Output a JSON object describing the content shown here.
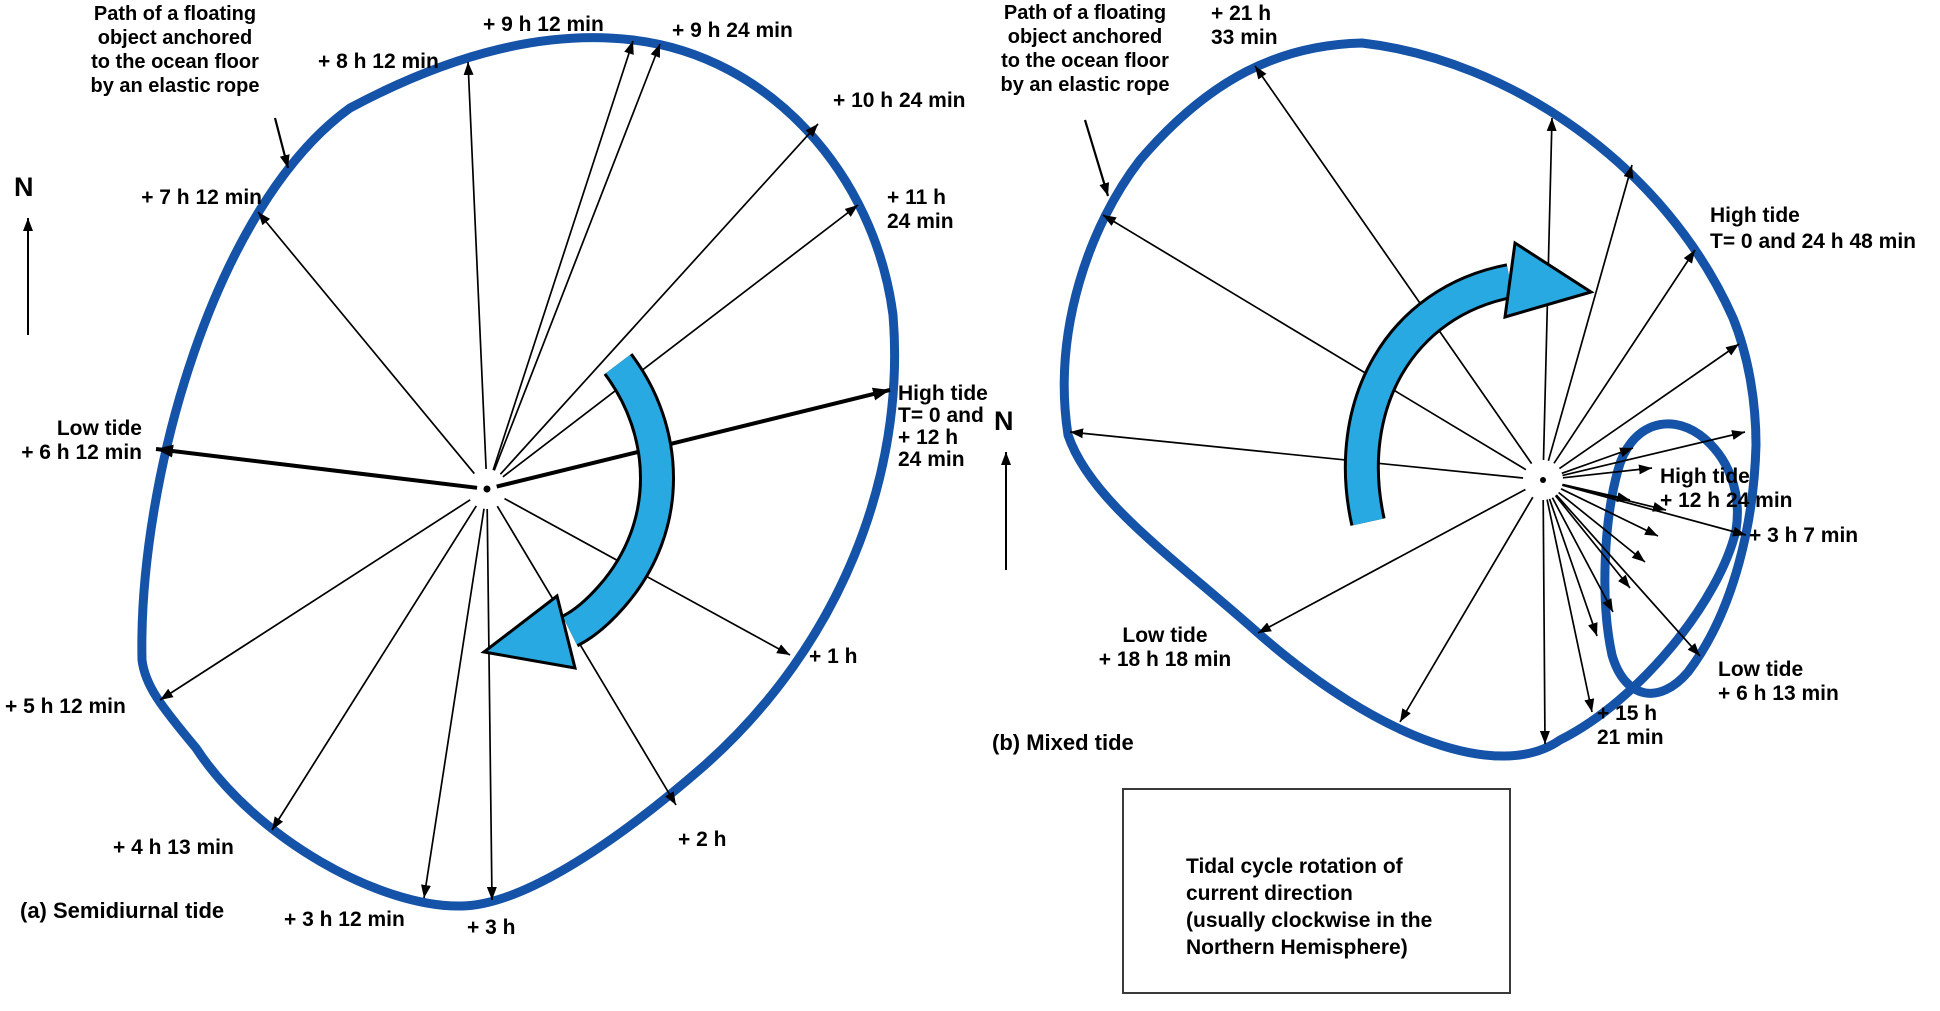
{
  "colors": {
    "path_blue": "#1553A8",
    "rotation_blue": "#29A9E1",
    "text_black": "#000000"
  },
  "diagram_a": {
    "caption": "(a) Semidiurnal tide",
    "compass": "N",
    "annotation": "Path of a floating\nobject anchored\nto the ocean floor\nby an elastic rope",
    "hub": [
      487,
      489
    ],
    "arrows": [
      {
        "label": "High tide\nT= 0 and\n+ 12 h\n24 min",
        "tip": [
          890,
          390
        ],
        "bold": true
      },
      {
        "label": "+ 1 h",
        "tip": [
          790,
          655
        ],
        "bold": false
      },
      {
        "label": "+ 2 h",
        "tip": [
          676,
          805
        ],
        "bold": false
      },
      {
        "label": "+ 3 h",
        "tip": [
          492,
          900
        ],
        "bold": false
      },
      {
        "label": "+ 3 h 12 min",
        "tip": [
          424,
          898
        ],
        "bold": false
      },
      {
        "label": "+ 4 h 13 min",
        "tip": [
          272,
          830
        ],
        "bold": false
      },
      {
        "label": "+ 5 h 12 min",
        "tip": [
          160,
          700
        ],
        "bold": false
      },
      {
        "label": "Low tide\n+ 6 h 12 min",
        "tip": [
          156,
          449
        ],
        "bold": true
      },
      {
        "label": "+ 7 h 12 min",
        "tip": [
          258,
          212
        ],
        "bold": false
      },
      {
        "label": "+ 8 h 12 min",
        "tip": [
          468,
          62
        ],
        "bold": false
      },
      {
        "label": "+ 9 h 12 min",
        "tip": [
          633,
          41
        ],
        "bold": false
      },
      {
        "label": "+ 9 h 24 min",
        "tip": [
          660,
          44
        ],
        "bold": false
      },
      {
        "label": "+ 10 h 24 min",
        "tip": [
          818,
          124
        ],
        "bold": false
      },
      {
        "label": "+ 11 h\n24 min",
        "tip": [
          858,
          205
        ],
        "bold": false
      }
    ]
  },
  "diagram_b": {
    "caption": "(b) Mixed tide",
    "compass": "N",
    "annotation": "Path of a floating\nobject anchored\nto the ocean floor\nby an elastic rope",
    "hub": [
      1543,
      480
    ],
    "arrows": [
      {
        "label": "High tide\nT= 0 and 24 h 48 min",
        "tip": [
          1695,
          250
        ],
        "bold": false
      },
      {
        "label": "+ 21 h\n33 min",
        "tip": [
          1255,
          66
        ],
        "bold": false
      },
      {
        "label": "High tide\n+ 12 h 24 min",
        "tip": [
          1630,
          500
        ],
        "bold": false
      },
      {
        "label": "+ 3 h 7 min",
        "tip": [
          1746,
          535
        ],
        "bold": false
      },
      {
        "label": "Low tide\n+ 6 h 13 min",
        "tip": [
          1700,
          656
        ],
        "bold": false
      },
      {
        "label": "+ 15 h\n21 min",
        "tip": [
          1592,
          712
        ],
        "bold": false
      },
      {
        "label": "Low tide\n+ 18 h 18 min",
        "tip": [
          1258,
          633
        ],
        "bold": false
      },
      {
        "label": "",
        "tip": [
          1552,
          118
        ],
        "bold": false
      },
      {
        "label": "",
        "tip": [
          1632,
          165
        ],
        "bold": false
      },
      {
        "label": "",
        "tip": [
          1739,
          344
        ],
        "bold": false
      },
      {
        "label": "",
        "tip": [
          1745,
          432
        ],
        "bold": false
      },
      {
        "label": "",
        "tip": [
          1070,
          432
        ],
        "bold": false
      },
      {
        "label": "",
        "tip": [
          1103,
          215
        ],
        "bold": false
      },
      {
        "label": "",
        "tip": [
          1400,
          722
        ],
        "bold": false
      },
      {
        "label": "",
        "tip": [
          1545,
          744
        ],
        "bold": false
      },
      {
        "label": "",
        "tip": [
          1633,
          448
        ],
        "bold": false
      },
      {
        "label": "",
        "tip": [
          1652,
          468
        ],
        "bold": false
      },
      {
        "label": "",
        "tip": [
          1666,
          510
        ],
        "bold": false
      },
      {
        "label": "",
        "tip": [
          1658,
          536
        ],
        "bold": false
      },
      {
        "label": "",
        "tip": [
          1645,
          562
        ],
        "bold": false
      },
      {
        "label": "",
        "tip": [
          1630,
          588
        ],
        "bold": false
      },
      {
        "label": "",
        "tip": [
          1613,
          612
        ],
        "bold": false
      },
      {
        "label": "",
        "tip": [
          1597,
          636
        ],
        "bold": false
      }
    ]
  },
  "legend": {
    "text": "Tidal cycle rotation of\ncurrent direction\n(usually clockwise in the\nNorthern Hemisphere)"
  }
}
